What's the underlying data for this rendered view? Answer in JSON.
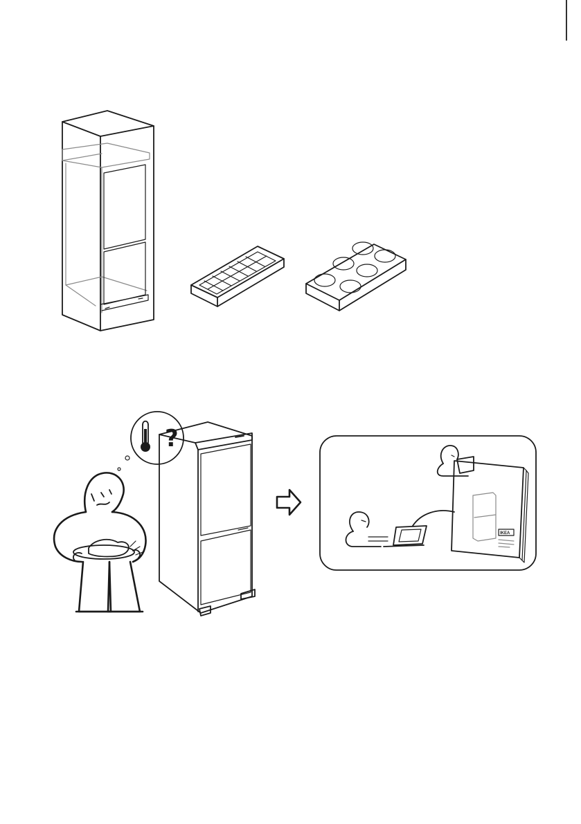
{
  "page": {
    "type": "assembly-instruction-page",
    "question_mark": "?",
    "logo": "IKEA"
  },
  "illustrations": {
    "top": {
      "fridge_cabinet": "built-in-fridge-in-cabinet",
      "ice_tray_1": "ice-cube-tray",
      "ice_tray_2": "egg-tray"
    },
    "bottom": {
      "person": "confused-person-holding-plate",
      "thought_bubble": "thermometer-question",
      "fridge": "integrated-fridge-freezer",
      "arrow": "arrow-right-icon",
      "help_panel": "manual-and-website-help"
    }
  }
}
